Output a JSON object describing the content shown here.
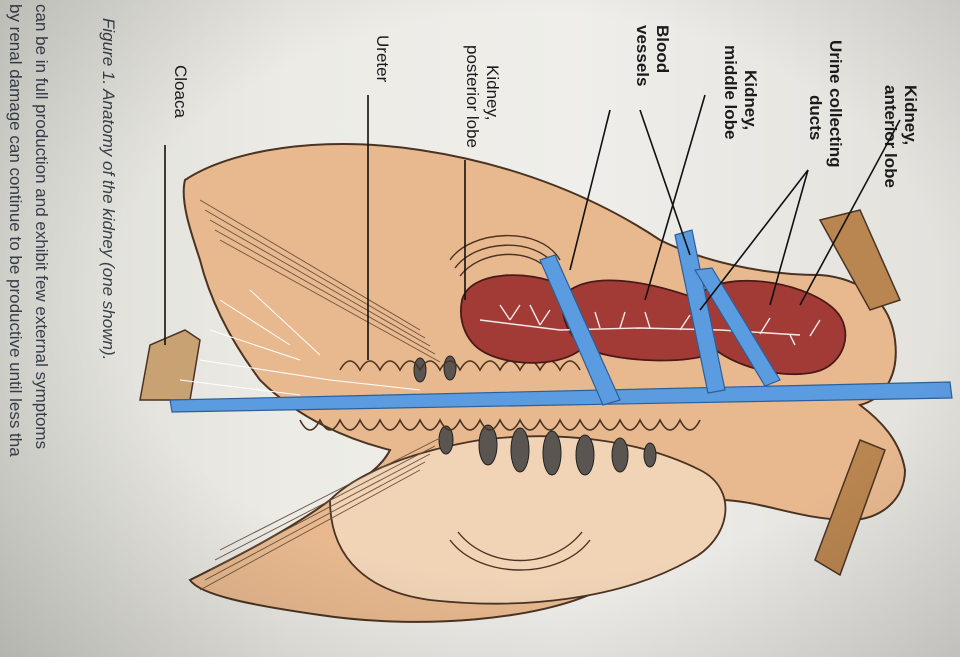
{
  "labels": {
    "kidney_anterior": [
      "Kidney,",
      "anterior lobe"
    ],
    "urine_ducts": [
      "Urine collecting",
      "ducts"
    ],
    "kidney_middle": [
      "Kidney,",
      "middle lobe"
    ],
    "blood_vessels": [
      "Blood",
      "vessels"
    ],
    "kidney_posterior": [
      "Kidney,",
      "posterior lobe"
    ],
    "ureter": "Ureter",
    "cloaca": "Cloaca"
  },
  "caption": "Figure 1. Anatomy of the kidney (one shown).",
  "body_text": [
    "can be in full production and exhibit few external symptoms",
    "by renal damage can continue to be productive until less tha"
  ],
  "colors": {
    "kidney": "#a23b36",
    "vessel": "#5b9be0",
    "bone": "#d9a47a",
    "ureter_band": "#b98550"
  }
}
